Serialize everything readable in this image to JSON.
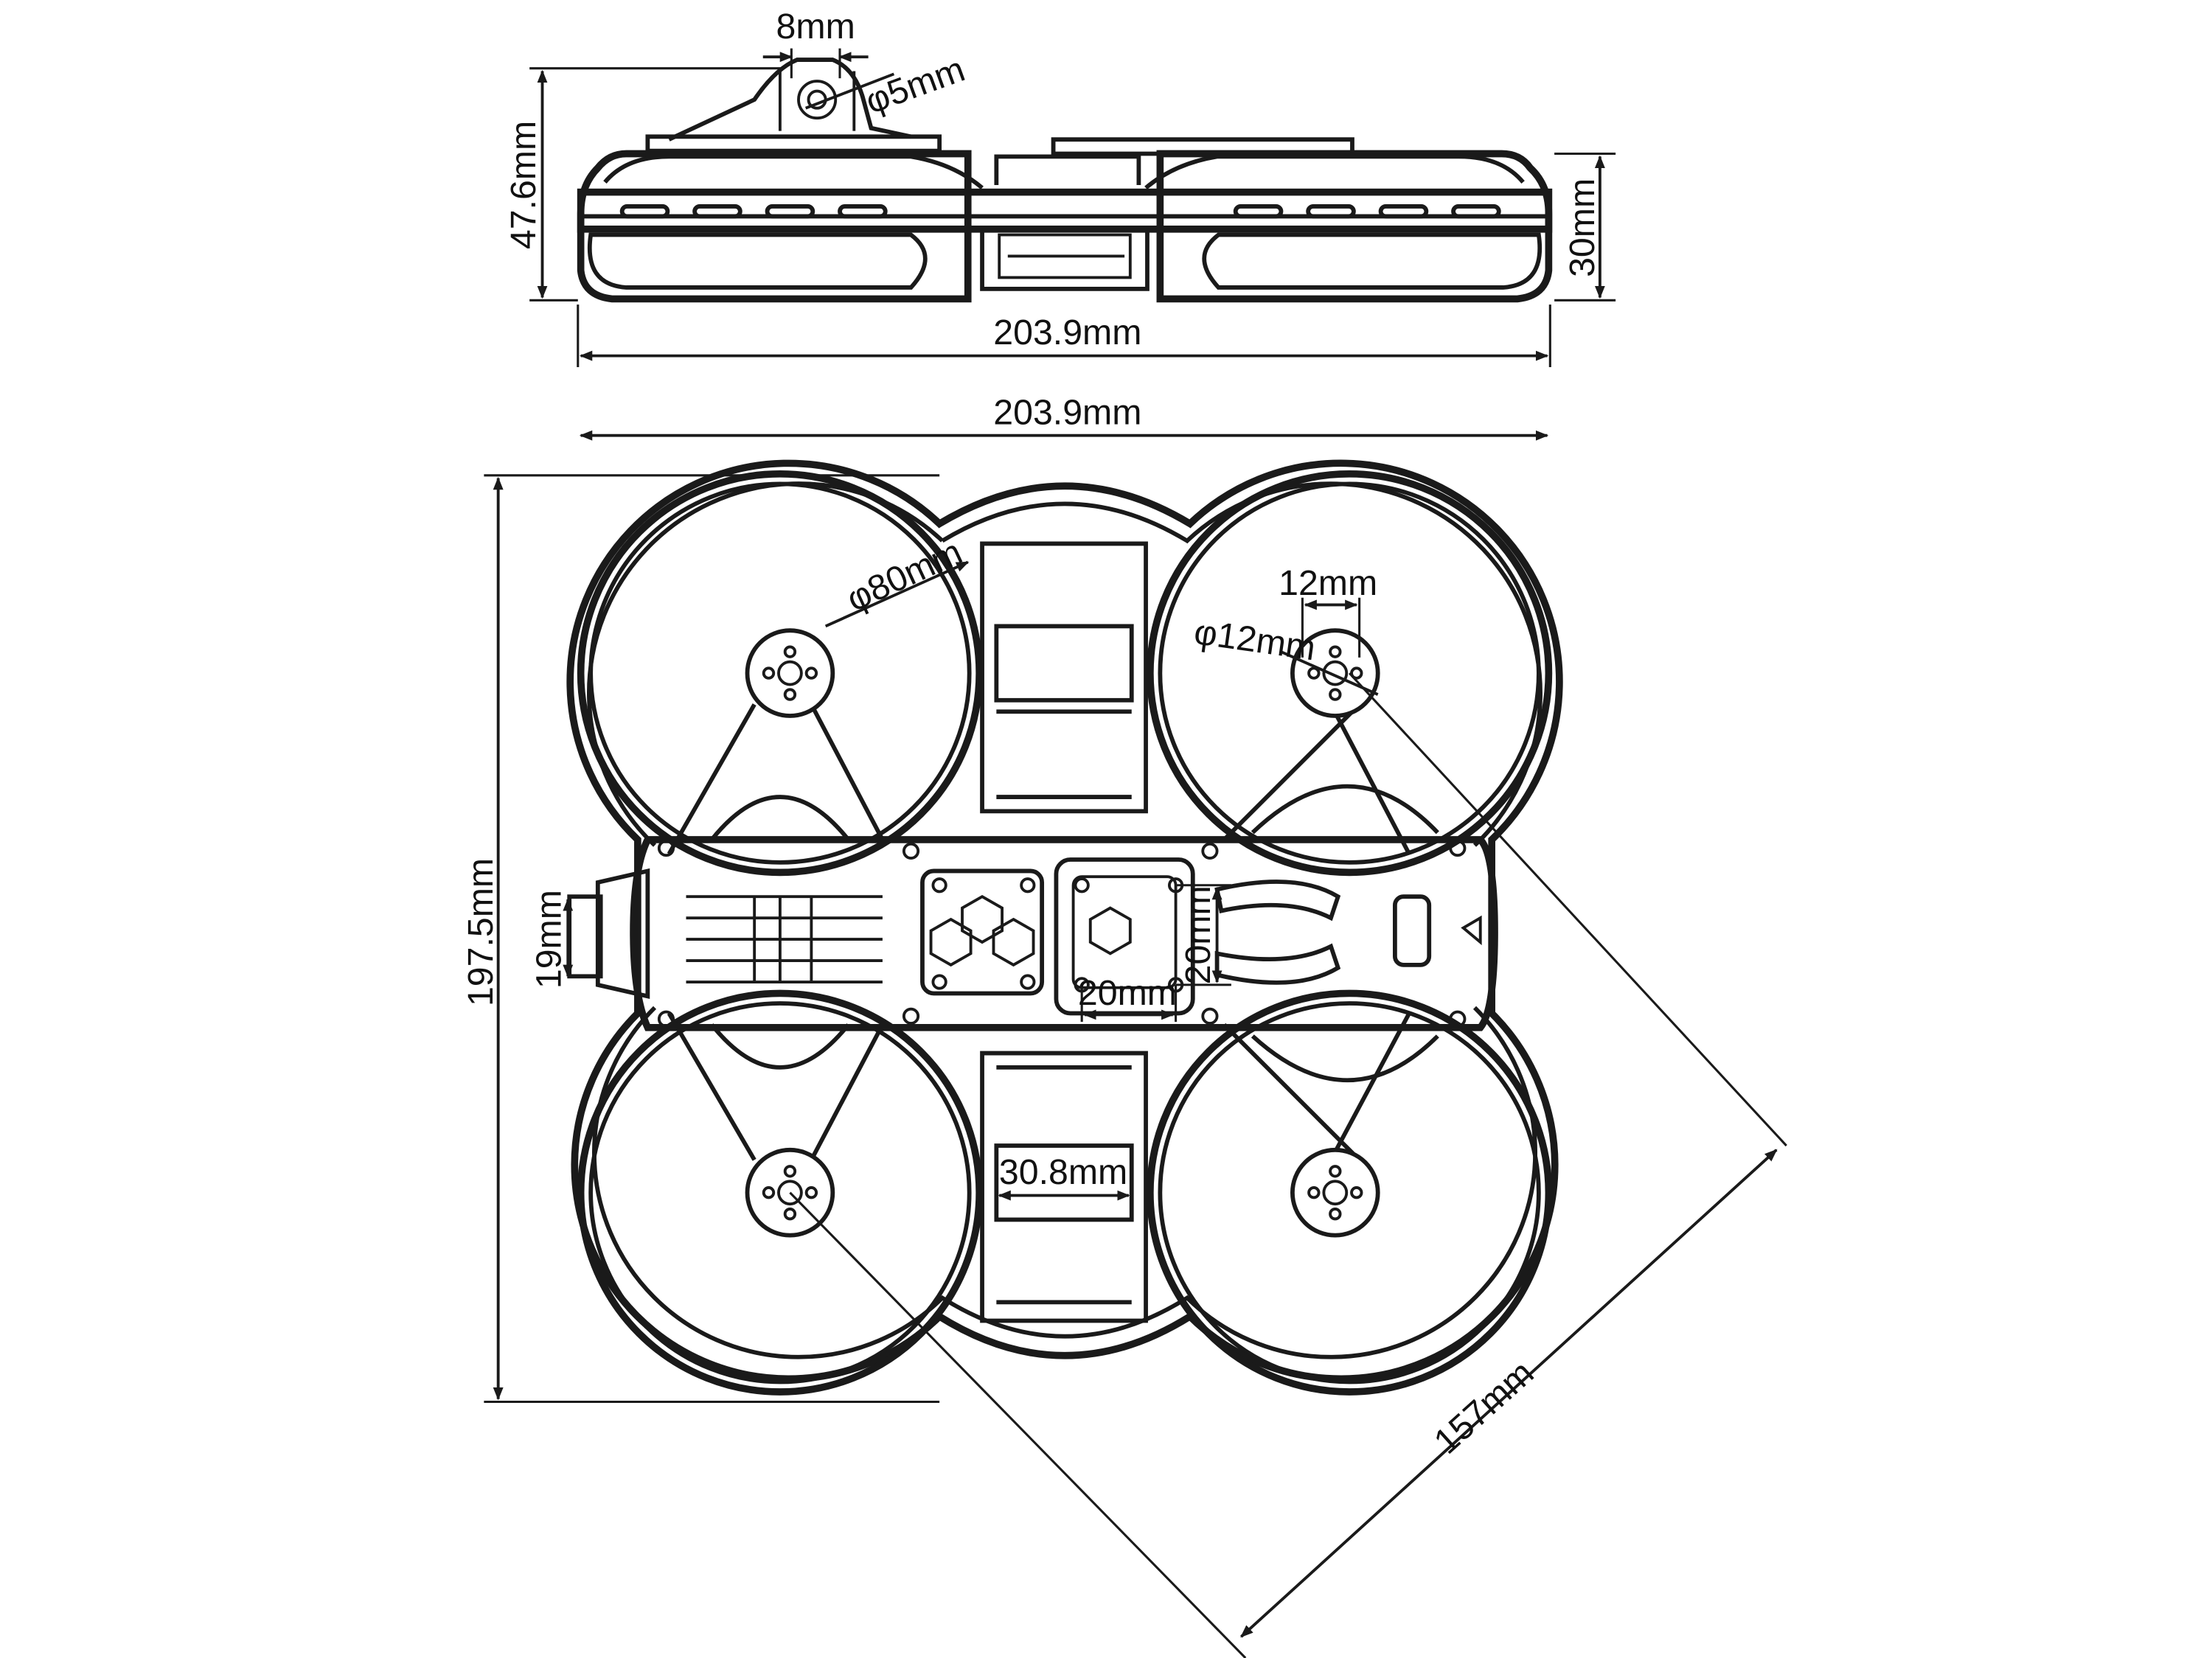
{
  "side_view": {
    "label_mount_width": "8mm",
    "label_hole": "φ5mm",
    "label_total_height": "47.6mm",
    "label_frame_height": "30mm",
    "label_width": "203.9mm"
  },
  "top_view": {
    "label_width": "203.9mm",
    "label_length": "197.5mm",
    "label_prop_diameter": "φ80mm",
    "label_motor_spacing": "12mm",
    "label_motor_diameter": "φ12mm",
    "label_battery_slot": "19mm",
    "label_stack_height": "20mm",
    "label_stack_width": "20mm",
    "label_strap_slot": "30.8mm",
    "label_diagonal": "157mm"
  },
  "colors": {
    "line": "#1a1a1a",
    "background": "#ffffff"
  }
}
